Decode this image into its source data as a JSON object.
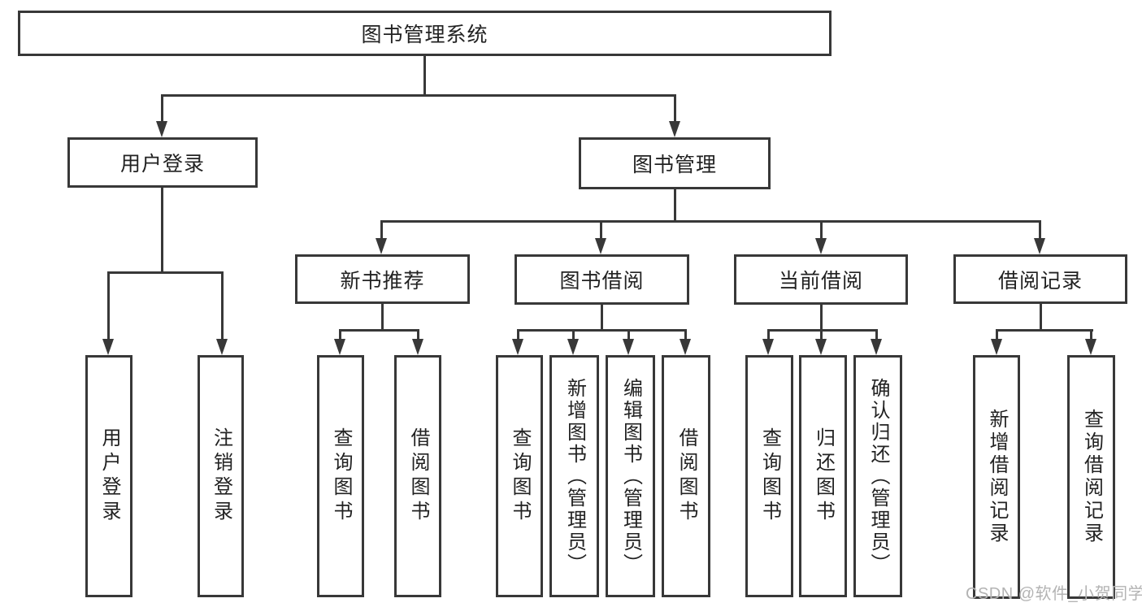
{
  "diagram": {
    "title": "图书管理系统",
    "level2": {
      "user_login": "用户登录",
      "book_management": "图书管理"
    },
    "level3": {
      "new_book_recommend": "新书推荐",
      "book_borrow": "图书借阅",
      "current_borrow": "当前借阅",
      "borrow_records": "借阅记录"
    },
    "leaves": {
      "user_login": "用户登录",
      "logout": "注销登录",
      "recommend_query_books": "查询图书",
      "recommend_borrow_books": "借阅图书",
      "borrow_query_books": "查询图书",
      "borrow_add_books": "新增图书（管理员）",
      "borrow_edit_books": "编辑图书（管理员）",
      "borrow_borrow_books": "借阅图书",
      "current_query_books": "查询图书",
      "current_return_books": "归还图书",
      "current_confirm_return": "确认归还（管理员）",
      "records_add_record": "新增借阅记录",
      "records_query_record": "查询借阅记录"
    },
    "watermark": "CSDN @软件_小贺同学",
    "colors": {
      "line": "#383838",
      "text": "#222222",
      "watermark": "#b3b3b3",
      "background": "#ffffff"
    }
  }
}
